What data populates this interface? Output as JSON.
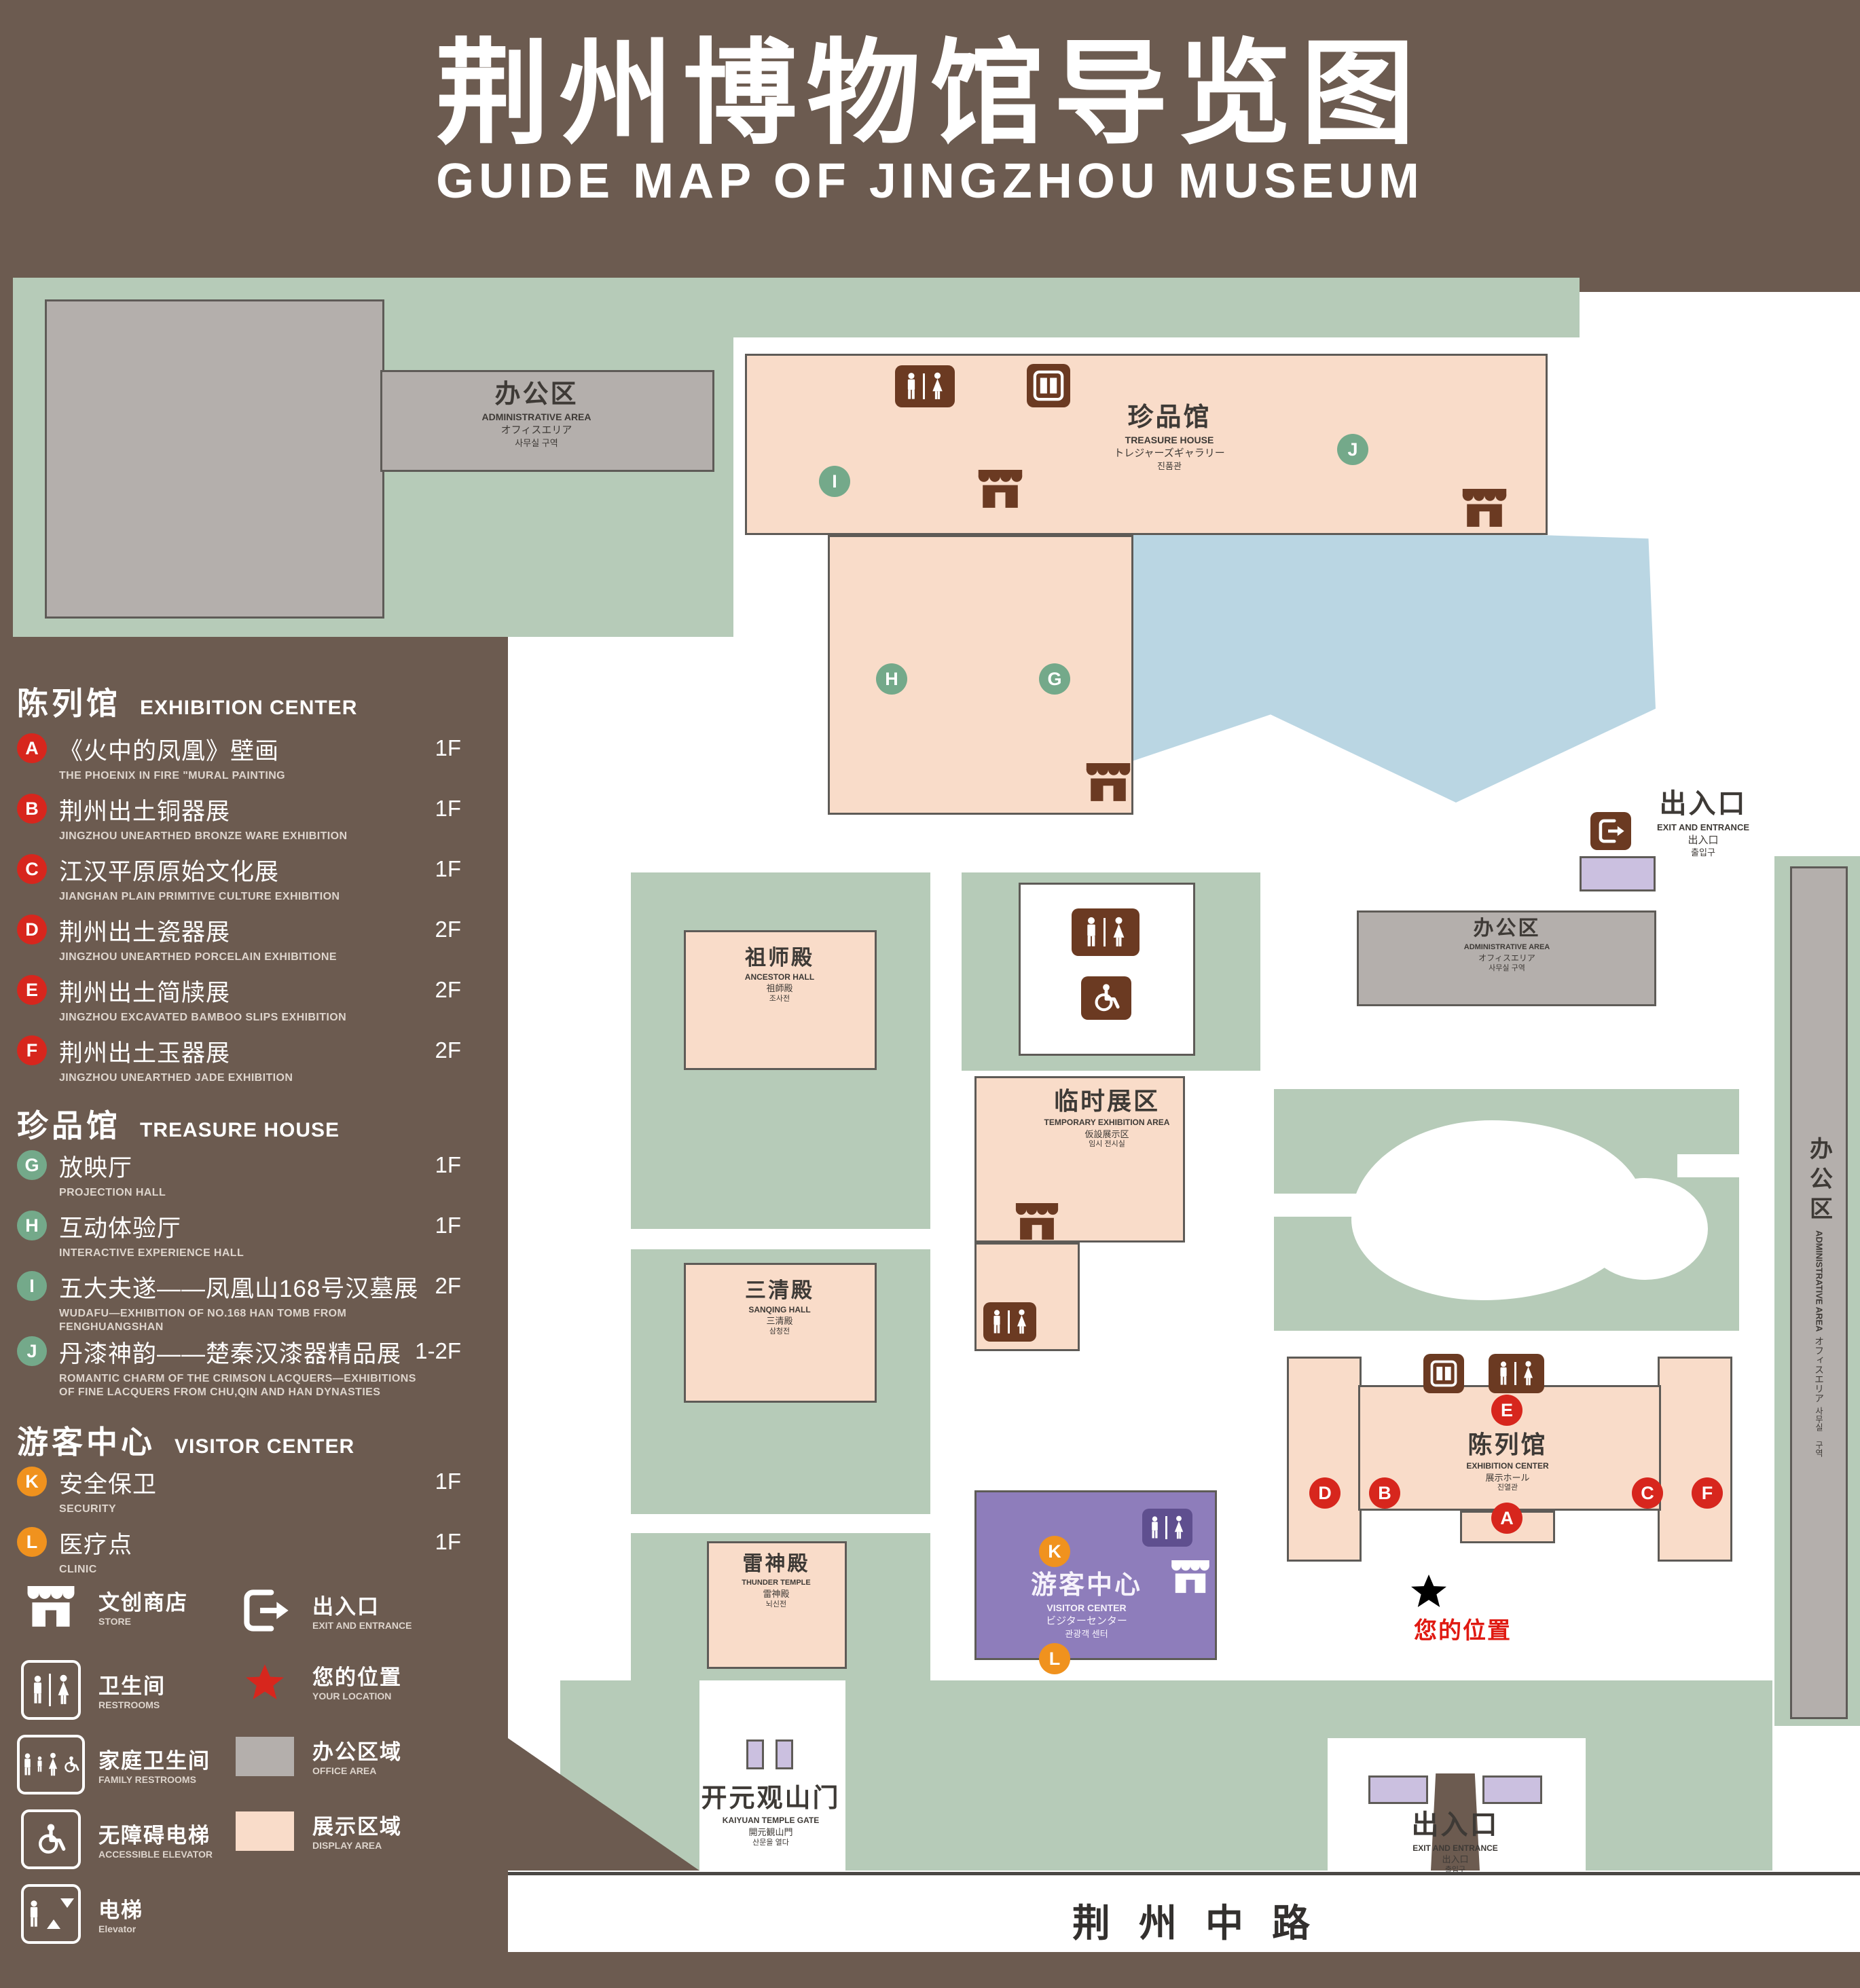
{
  "title": {
    "zh": "荆州博物馆导览图",
    "en": "GUIDE MAP OF JINGZHOU MUSEUM"
  },
  "colors": {
    "background": "#6c5b50",
    "landscape_green": "#b6cbb8",
    "display_area_pink": "#f9dcc9",
    "office_gray": "#b4afac",
    "visitor_purple": "#8e7dbb",
    "entrance_lavender": "#cbc0e0",
    "pond_blue": "#bad6e3",
    "marker_red": "#d7261d",
    "marker_green": "#74a98a",
    "marker_orange": "#f0921e",
    "icon_brown": "#6b3a22",
    "location_red": "#e01a12"
  },
  "sidebar": {
    "sections": [
      {
        "zh": "陈列馆",
        "en": "EXHIBITION CENTER",
        "items": [
          {
            "code": "A",
            "zh": "《火中的凤凰》壁画",
            "en": "THE PHOENIX IN FIRE \"MURAL PAINTING",
            "floor": "1F"
          },
          {
            "code": "B",
            "zh": "荆州出土铜器展",
            "en": "JINGZHOU UNEARTHED BRONZE WARE EXHIBITION",
            "floor": "1F"
          },
          {
            "code": "C",
            "zh": "江汉平原原始文化展",
            "en": "JIANGHAN PLAIN PRIMITIVE CULTURE EXHIBITION",
            "floor": "1F"
          },
          {
            "code": "D",
            "zh": "荆州出土瓷器展",
            "en": "JINGZHOU UNEARTHED PORCELAIN EXHIBITIONE",
            "floor": "2F"
          },
          {
            "code": "E",
            "zh": "荆州出土简牍展",
            "en": "JINGZHOU EXCAVATED BAMBOO SLIPS EXHIBITION",
            "floor": "2F"
          },
          {
            "code": "F",
            "zh": "荆州出土玉器展",
            "en": "JINGZHOU UNEARTHED JADE EXHIBITION",
            "floor": "2F"
          }
        ]
      },
      {
        "zh": "珍品馆",
        "en": "TREASURE HOUSE",
        "items": [
          {
            "code": "G",
            "zh": "放映厅",
            "en": "PROJECTION HALL",
            "floor": "1F"
          },
          {
            "code": "H",
            "zh": "互动体验厅",
            "en": "INTERACTIVE EXPERIENCE HALL",
            "floor": "1F"
          },
          {
            "code": "I",
            "zh": "五大夫遂——凤凰山168号汉墓展",
            "en": "WUDAFU—EXHIBITION OF NO.168 HAN TOMB FROM FENGHUANGSHAN",
            "floor": "2F"
          },
          {
            "code": "J",
            "zh": "丹漆神韵——楚秦汉漆器精品展",
            "en": "ROMANTIC CHARM OF THE CRIMSON LACQUERS—EXHIBITIONS OF FINE LACQUERS FROM CHU,QIN AND HAN DYNASTIES",
            "floor": "1-2F"
          }
        ]
      },
      {
        "zh": "游客中心",
        "en": "VISITOR CENTER",
        "items": [
          {
            "code": "K",
            "zh": "安全保卫",
            "en": "SECURITY",
            "floor": "1F"
          },
          {
            "code": "L",
            "zh": "医疗点",
            "en": "CLINIC",
            "floor": "1F"
          }
        ]
      }
    ],
    "icon_legend": [
      {
        "icon": "store-icon",
        "zh": "文创商店",
        "en": "STORE"
      },
      {
        "icon": "exit-icon",
        "zh": "出入口",
        "en": "EXIT AND ENTRANCE"
      },
      {
        "icon": "restroom-icon",
        "zh": "卫生间",
        "en": "RESTROOMS"
      },
      {
        "icon": "location-star-icon",
        "zh": "您的位置",
        "en": "YOUR LOCATION"
      },
      {
        "icon": "family-restroom-icon",
        "zh": "家庭卫生间",
        "en": "FAMILY RESTROOMS"
      },
      {
        "icon": "office-area-swatch",
        "zh": "办公区域",
        "en": "OFFICE AREA"
      },
      {
        "icon": "accessible-elevator-icon",
        "zh": "无障碍电梯",
        "en": "ACCESSIBLE ELEVATOR"
      },
      {
        "icon": "display-area-swatch",
        "zh": "展示区域",
        "en": "DISPLAY AREA"
      },
      {
        "icon": "elevator-icon",
        "zh": "电梯",
        "en": "Elevator"
      }
    ]
  },
  "map": {
    "admin_nw": {
      "zh": "办公区",
      "en": "ADMINISTRATIVE AREA",
      "jp": "オフィスエリア",
      "kr": "사무실 구역"
    },
    "treasure_house": {
      "zh": "珍品馆",
      "en": "TREASURE HOUSE",
      "jp": "トレジャーズギャラリー",
      "kr": "진품관"
    },
    "exit_ne": {
      "zh": "出入口",
      "en": "EXIT AND ENTRANCE",
      "jp": "出入口",
      "kr": "출입구"
    },
    "ancestor_hall": {
      "zh": "祖师殿",
      "en": "ANCESTOR HALL",
      "jp": "祖師殿",
      "kr": "조사전"
    },
    "temporary_area": {
      "zh": "临时展区",
      "en": "TEMPORARY EXHIBITION AREA",
      "jp": "仮設展示区",
      "kr": "임시 전시실"
    },
    "admin_mid": {
      "zh": "办公区",
      "en": "ADMINISTRATIVE AREA",
      "jp": "オフィスエリア",
      "kr": "사무실 구역"
    },
    "admin_e": {
      "zh": "办公区",
      "en": "ADMINISTRATIVE AREA",
      "jp": "オフィスエリア",
      "kr": "사무실 구역"
    },
    "sanqing_hall": {
      "zh": "三清殿",
      "en": "SANQING HALL",
      "jp": "三清殿",
      "kr": "삼청전"
    },
    "thunder_temple": {
      "zh": "雷神殿",
      "en": "THUNDER TEMPLE",
      "jp": "雷神殿",
      "kr": "뇌신전"
    },
    "visitor_center": {
      "zh": "游客中心",
      "en": "VISITOR CENTER",
      "jp": "ビジターセンター",
      "kr": "관광객 센터"
    },
    "exhibition_center": {
      "zh": "陈列馆",
      "en": "EXHIBITION CENTER",
      "jp": "展示ホール",
      "kr": "진열관"
    },
    "your_location": "您的位置",
    "gate": {
      "zh": "开元观山门",
      "en": "KAIYUAN TEMPLE GATE",
      "jp": "開元観山門",
      "kr": "산문을 열다"
    },
    "exit_s": {
      "zh": "出入口",
      "en": "EXIT AND ENTRANCE",
      "jp": "出入口",
      "kr": "출입구"
    },
    "road": "荆州中路",
    "markers": {
      "A": "A",
      "B": "B",
      "C": "C",
      "D": "D",
      "E": "E",
      "F": "F",
      "G": "G",
      "H": "H",
      "I": "I",
      "J": "J",
      "K": "K",
      "L": "L"
    }
  }
}
